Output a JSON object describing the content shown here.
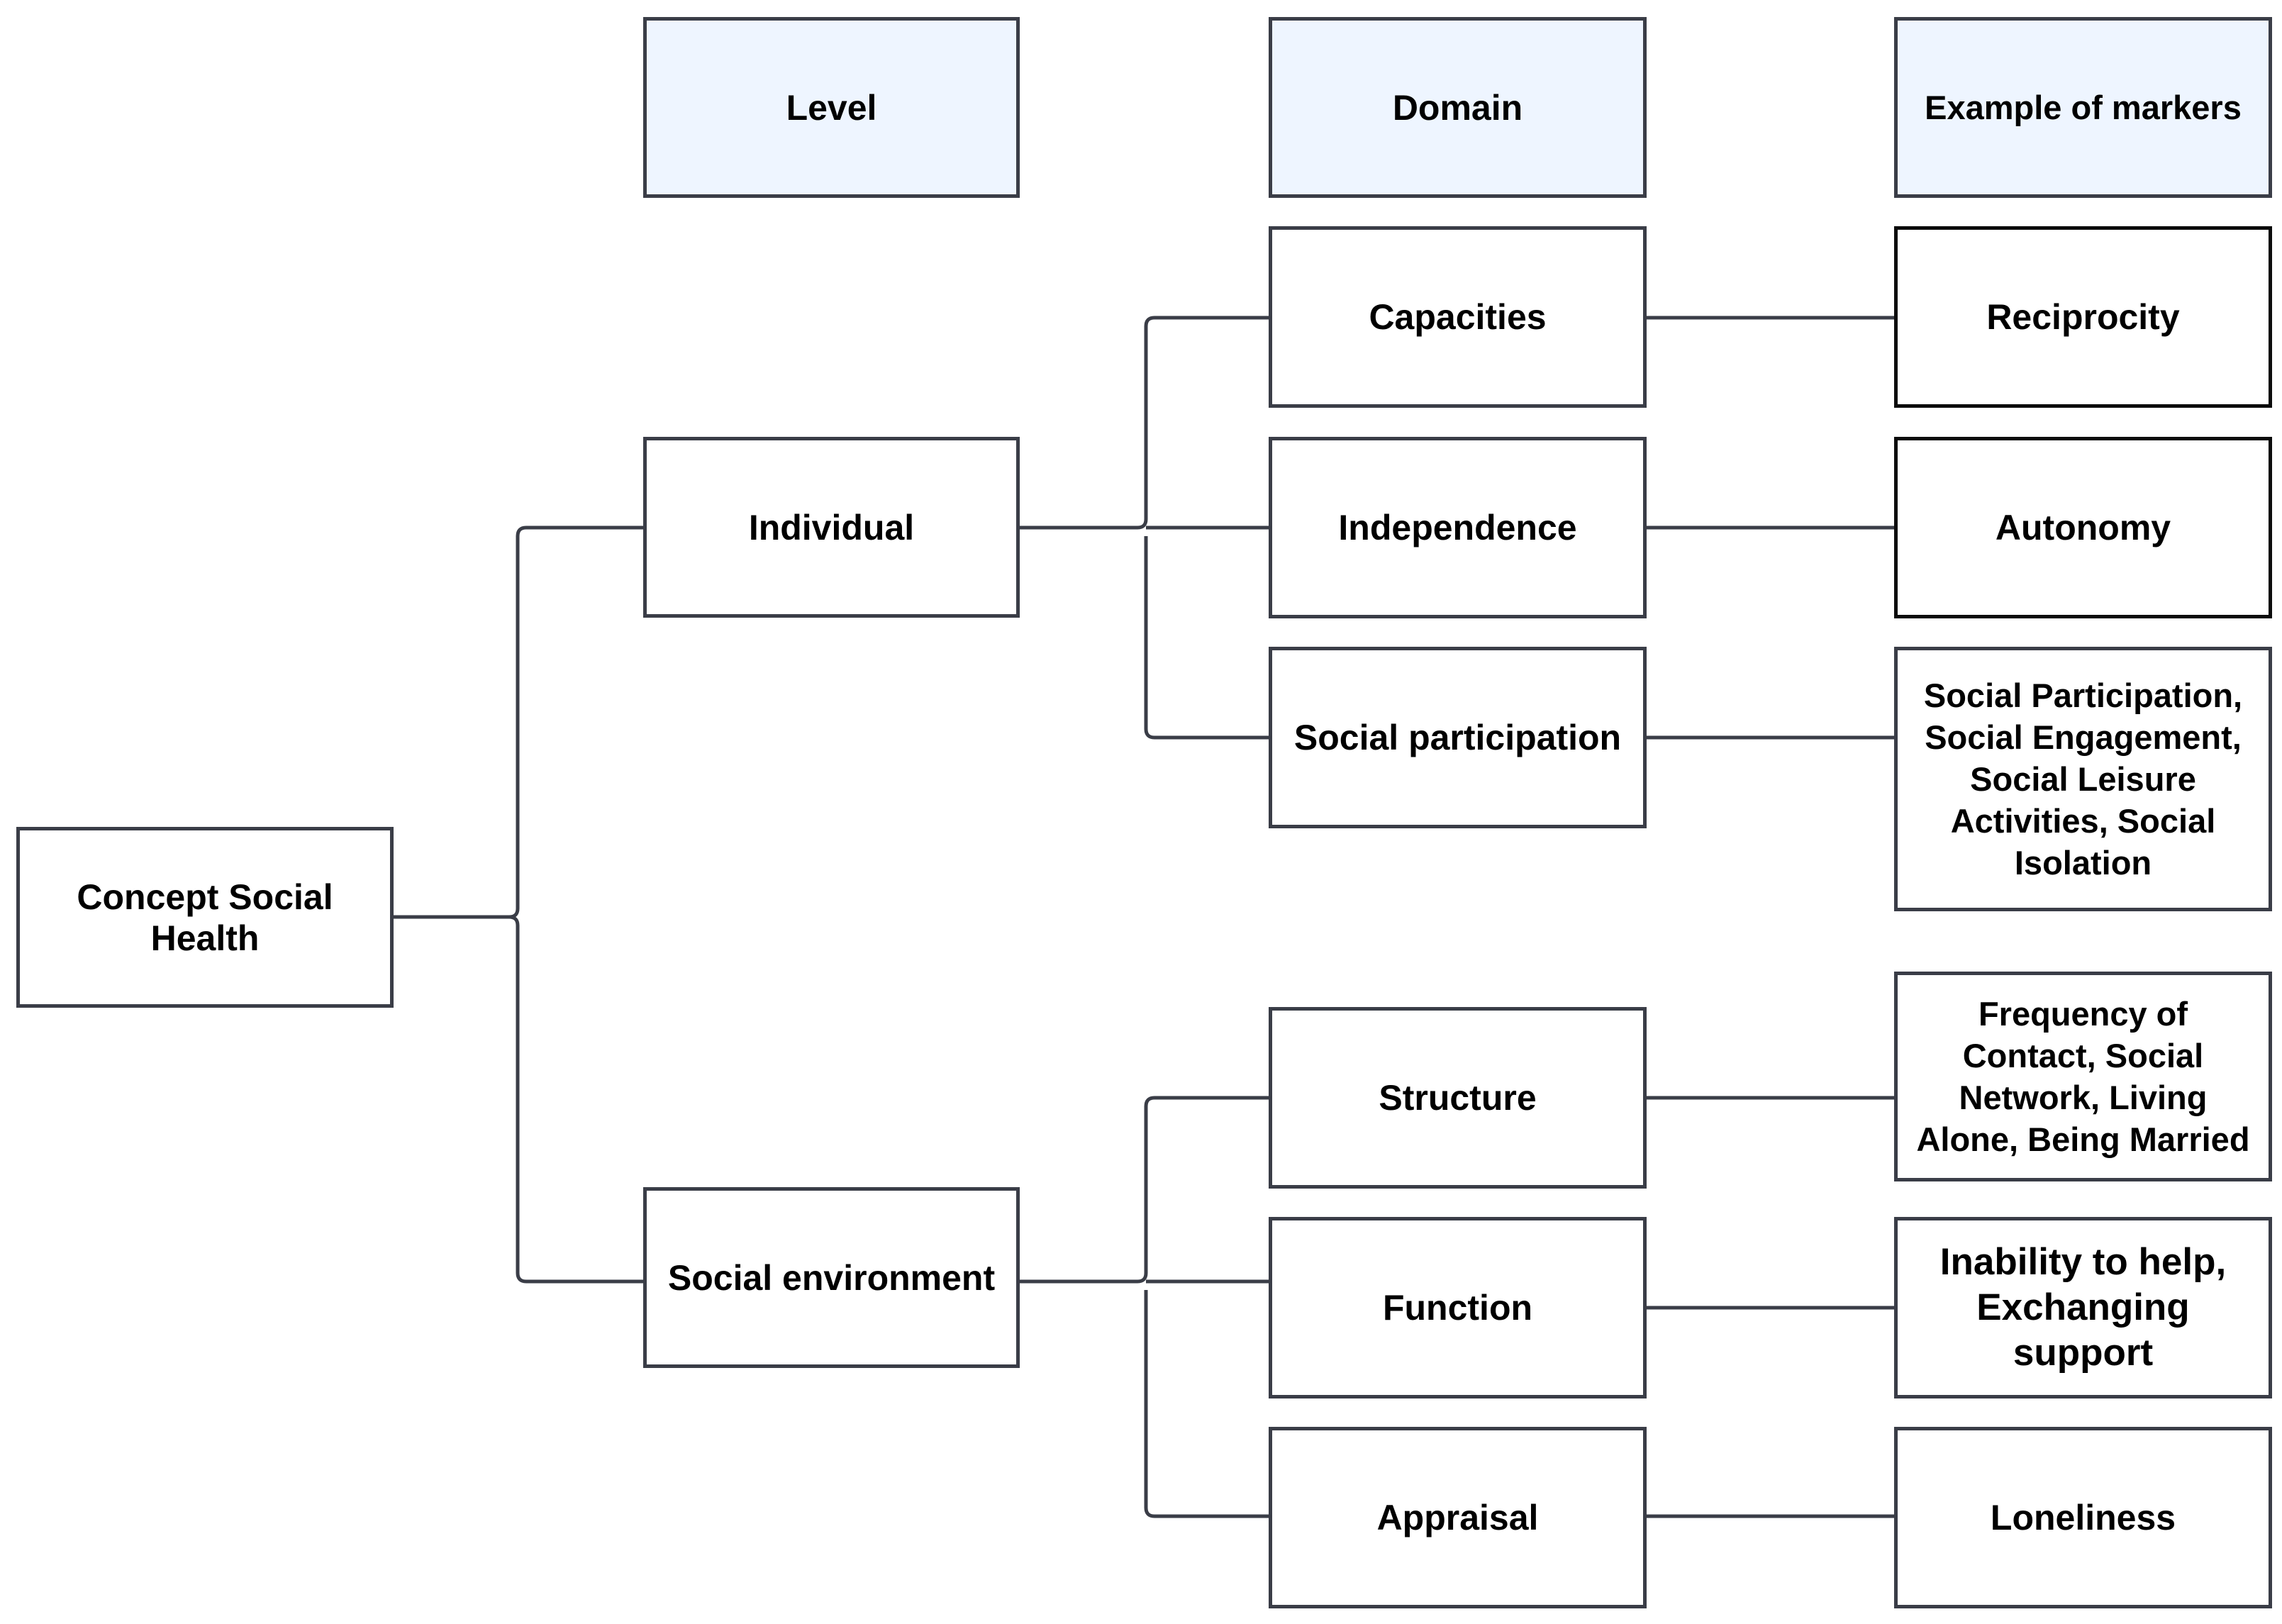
{
  "colors": {
    "line": "#3a3d47",
    "header_fill": "#eef5ff",
    "box_fill": "#ffffff",
    "text": "#000000"
  },
  "headers": {
    "level": "Level",
    "domain": "Domain",
    "markers": "Example of markers"
  },
  "root": "Concept Social Health",
  "levels": {
    "individual": "Individual",
    "social_environment": "Social environment"
  },
  "domains": {
    "capacities": "Capacities",
    "independence": "Independence",
    "social_participation": "Social participation",
    "structure": "Structure",
    "function": "Function",
    "appraisal": "Appraisal"
  },
  "markers": {
    "capacities": "Reciprocity",
    "independence": "Autonomy",
    "social_participation": "Social Participation, Social Engagement, Social Leisure Activities, Social Isolation",
    "structure": "Frequency of Contact, Social Network, Living Alone, Being Married",
    "function": "Inability to help, Exchanging support",
    "appraisal": "Loneliness"
  }
}
